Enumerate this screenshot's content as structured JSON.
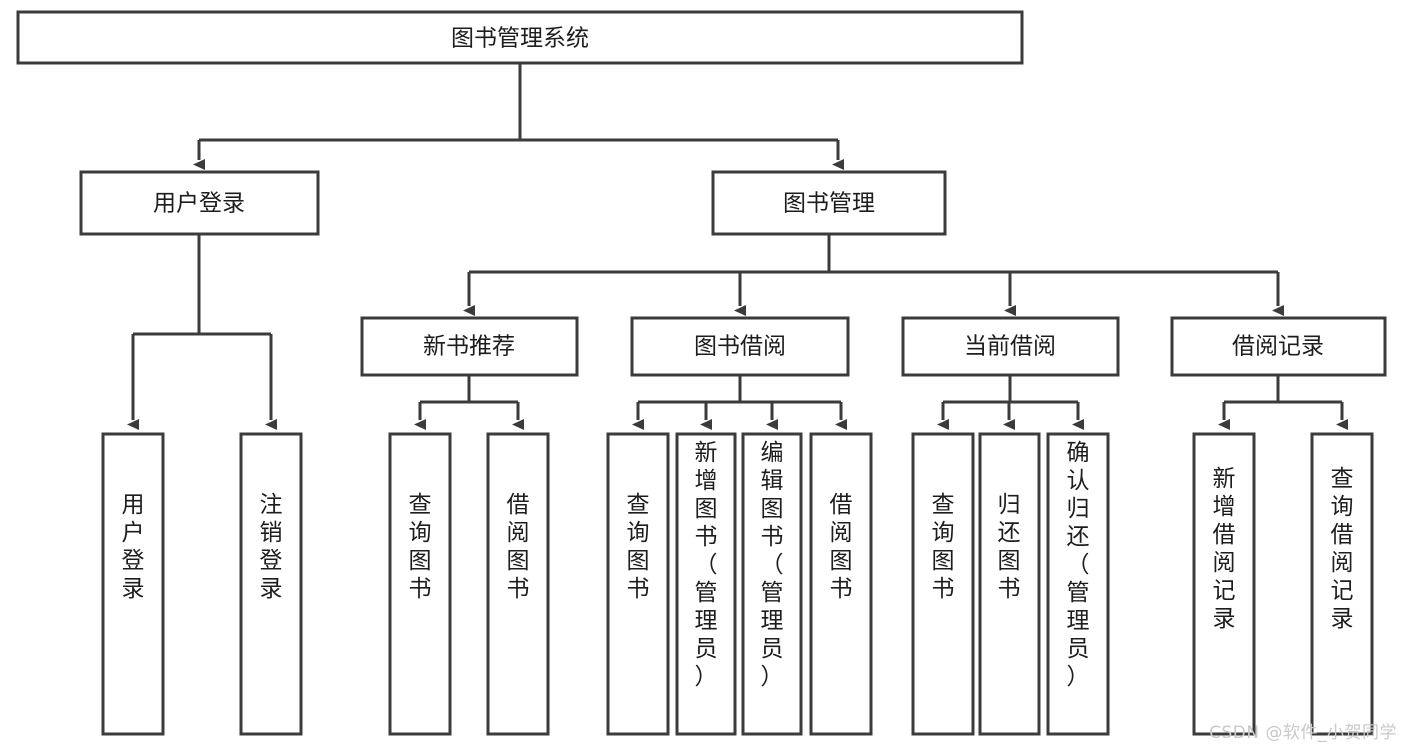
{
  "diagram": {
    "title": "图书管理系统",
    "type": "tree-hierarchy",
    "watermark": "CSDN @软件_小贺同学",
    "colors": {
      "stroke": "#3b3b3b",
      "fill": "#ffffff",
      "text": "#1d1d1d",
      "watermark": "#c9c9c9",
      "background": "#ffffff"
    },
    "nodes": {
      "root": {
        "label": "图书管理系统",
        "orientation": "horizontal"
      },
      "l1": [
        {
          "label": "用户登录",
          "orientation": "horizontal"
        },
        {
          "label": "图书管理",
          "orientation": "horizontal"
        }
      ],
      "l2": [
        {
          "label": "新书推荐",
          "orientation": "horizontal"
        },
        {
          "label": "图书借阅",
          "orientation": "horizontal"
        },
        {
          "label": "当前借阅",
          "orientation": "horizontal"
        },
        {
          "label": "借阅记录",
          "orientation": "horizontal"
        }
      ],
      "leaves_user_login": [
        {
          "label": "用户登录",
          "orientation": "vertical"
        },
        {
          "label": "注销登录",
          "orientation": "vertical"
        }
      ],
      "leaves_new_book": [
        {
          "label": "查询图书",
          "orientation": "vertical"
        },
        {
          "label": "借阅图书",
          "orientation": "vertical"
        }
      ],
      "leaves_book_borrow": [
        {
          "label": "查询图书",
          "orientation": "vertical"
        },
        {
          "label": "新增图书（管理员）",
          "orientation": "vertical"
        },
        {
          "label": "编辑图书（管理员）",
          "orientation": "vertical"
        },
        {
          "label": "借阅图书",
          "orientation": "vertical"
        }
      ],
      "leaves_current_borrow": [
        {
          "label": "查询图书",
          "orientation": "vertical"
        },
        {
          "label": "归还图书",
          "orientation": "vertical"
        },
        {
          "label": "确认归还（管理员）",
          "orientation": "vertical"
        }
      ],
      "leaves_borrow_record": [
        {
          "label": "新增借阅记录",
          "orientation": "vertical"
        },
        {
          "label": "查询借阅记录",
          "orientation": "vertical"
        }
      ]
    }
  }
}
